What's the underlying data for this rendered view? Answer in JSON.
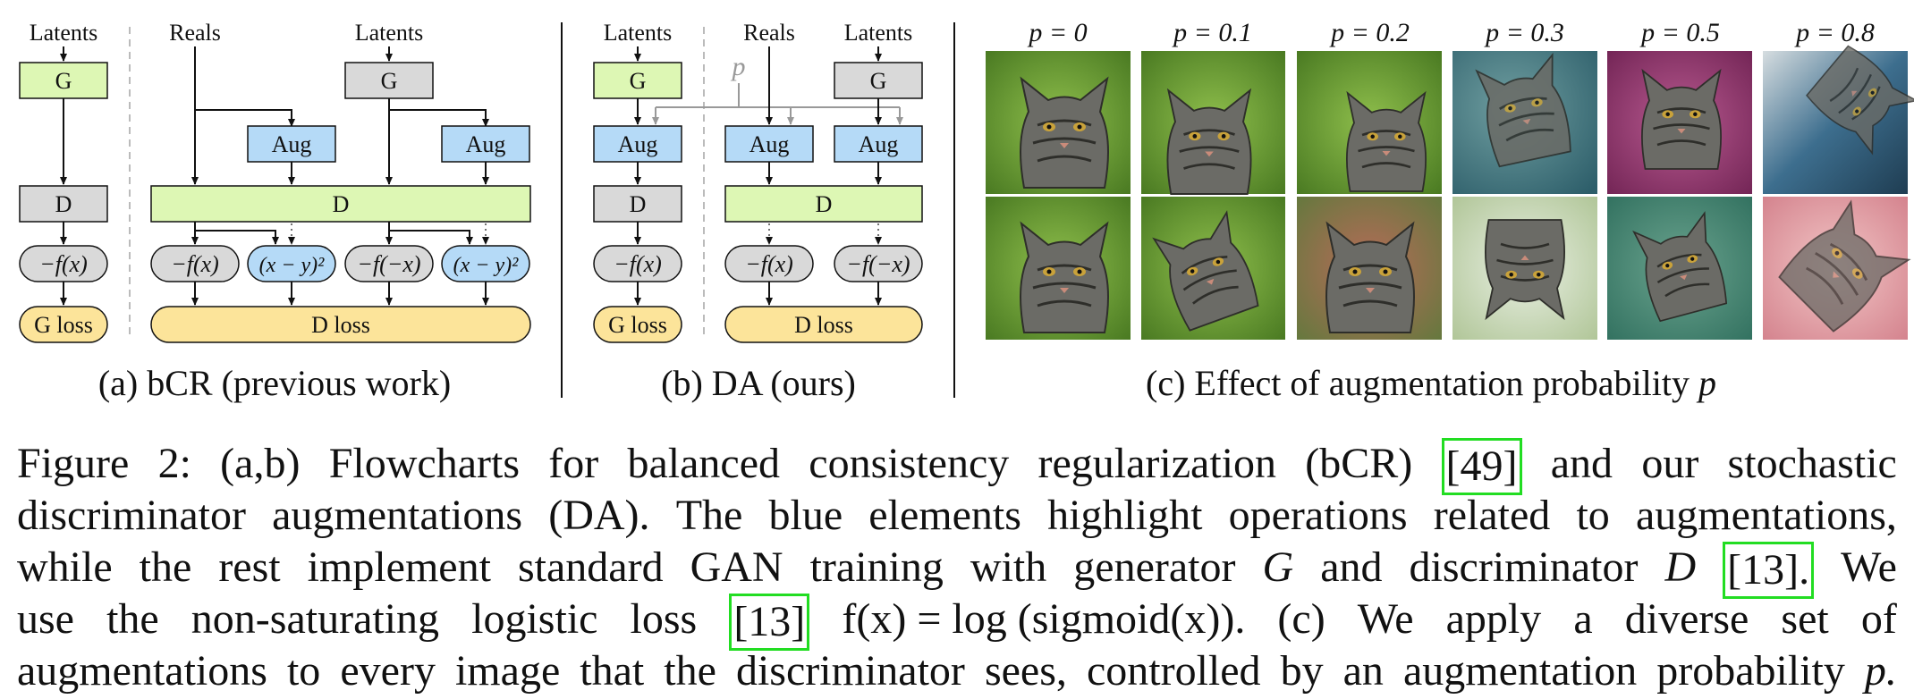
{
  "panel_a": {
    "latents": "Latents",
    "reals": "Reals",
    "latents2": "Latents",
    "g": "G",
    "g2": "G",
    "aug1": "Aug",
    "aug2": "Aug",
    "d_left": "D",
    "d_wide": "D",
    "g_f": "−f(x)",
    "d_f1": "−f(x)",
    "d_sq1": "(x − y)²",
    "d_f2": "−f(−x)",
    "d_sq2": "(x − y)²",
    "g_loss": "G loss",
    "d_loss": "D loss",
    "caption": "(a) bCR (previous work)"
  },
  "panel_b": {
    "latents": "Latents",
    "reals": "Reals",
    "latents2": "Latents",
    "p": "p",
    "g": "G",
    "g2": "G",
    "aug_left": "Aug",
    "aug_mid": "Aug",
    "aug_right": "Aug",
    "d_left": "D",
    "d_wide": "D",
    "g_f": "−f(x)",
    "d_f1": "−f(x)",
    "d_f2": "−f(−x)",
    "g_loss": "G loss",
    "d_loss": "D loss",
    "caption": "(b) DA (ours)"
  },
  "panel_c": {
    "labels": [
      "p = 0",
      "p = 0.1",
      "p = 0.2",
      "p = 0.3",
      "p = 0.5",
      "p = 0.8"
    ],
    "caption_text": "(c) Effect of augmentation probability ",
    "caption_var": "p"
  },
  "caption": {
    "l1": [
      "Figure",
      "2:",
      "(a,b)",
      "Flowcharts",
      "for",
      "balanced",
      "consistency",
      "regularization",
      "(bCR)",
      "[49]",
      "and",
      "our",
      "stochastic"
    ],
    "l2": [
      "discriminator",
      "augmentations",
      "(DA).",
      "The",
      "blue",
      "elements",
      "highlight",
      "operations",
      "related",
      "to",
      "augmentations,"
    ],
    "l3": [
      "while",
      "the",
      "rest",
      "implement",
      "standard",
      "GAN",
      "training",
      "with",
      "generator",
      "G",
      "and",
      "discriminator",
      "D",
      "[13].",
      "We"
    ],
    "l4": [
      "use",
      "the",
      "non-saturating",
      "logistic",
      "loss",
      "[13]",
      "f(x) = log (sigmoid(x)).",
      "(c)",
      "We",
      "apply",
      "a",
      "diverse",
      "set",
      "of"
    ],
    "l5": [
      "augmentations",
      "to",
      "every",
      "image",
      "that",
      "the",
      "discriminator",
      "sees,",
      "controlled",
      "by",
      "an",
      "augmentation",
      "probability",
      "p."
    ]
  },
  "colors": {
    "gen_fill": "#ddf7b4",
    "gray_fill": "#d9d9d9",
    "aug_fill": "#b5daf7",
    "loss_fill": "#fce49a",
    "cite_border": "#22dd22"
  }
}
